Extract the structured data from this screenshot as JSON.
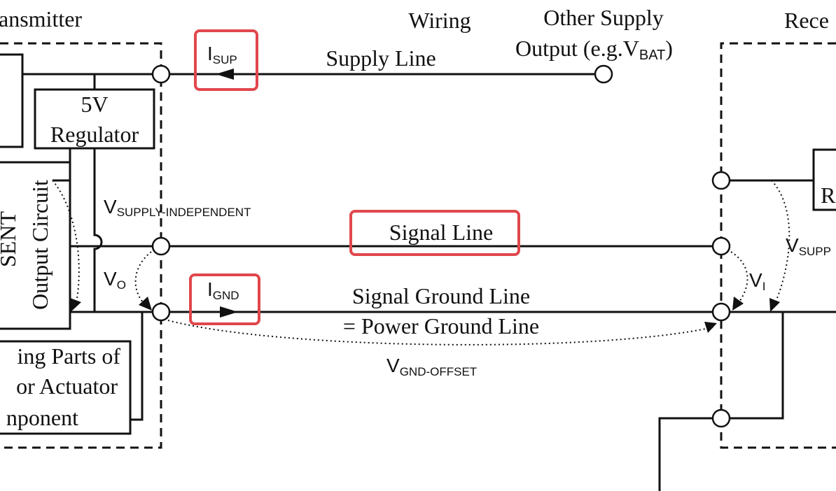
{
  "labels": {
    "transmitter": "ansmitter",
    "wiring": "Wiring",
    "other_supply_line1": "Other Supply",
    "other_supply_line2_prefix": "Output (e.g.V",
    "other_supply_line2_sub": "BAT",
    "other_supply_line2_suffix": ")",
    "receiver": "Rece",
    "supply_line": "Supply Line",
    "regulator_line1": "5V",
    "regulator_line2": "Regulator",
    "sent_label": "SENT",
    "output_circuit": "Output Circuit",
    "v_supply_independent_main": "V",
    "v_supply_independent_sub": "SUPPLY-INDEPENDENT",
    "signal_line": "Signal Line",
    "vo_main": "V",
    "vo_sub": "O",
    "i_sup_main": "I",
    "i_sup_sub": "SUP",
    "i_gnd_main": "I",
    "i_gnd_sub": "GND",
    "signal_ground_line": "Signal Ground Line",
    "power_ground_line": "= Power Ground Line",
    "vi_main": "V",
    "vi_sub": "I",
    "v_gnd_offset_main": "V",
    "v_gnd_offset_sub": "GND-OFFSET",
    "v_supply_receiver_main": "V",
    "v_supply_receiver_sub": "SUPP",
    "receiver_box_label": "R",
    "remaining_parts_line1": "ing Parts of",
    "remaining_parts_line2": "or Actuator",
    "remaining_parts_line3": "nponent"
  },
  "colors": {
    "line": "#111111",
    "highlight": "#e0474c",
    "background": "#ffffff"
  }
}
